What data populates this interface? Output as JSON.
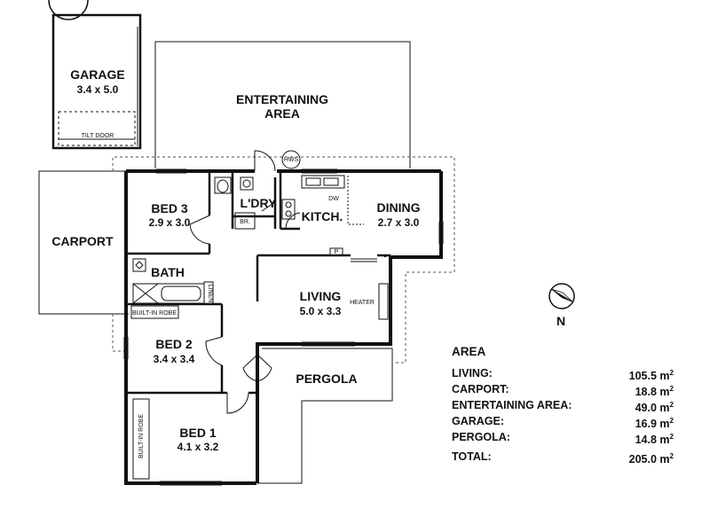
{
  "rooms": {
    "garage": {
      "name": "GARAGE",
      "dims": "3.4 x 5.0",
      "door": "TILT DOOR"
    },
    "entertaining": {
      "line1": "ENTERTAINING",
      "line2": "AREA"
    },
    "carport": {
      "name": "CARPORT"
    },
    "bed3": {
      "name": "BED 3",
      "dims": "2.9 x 3.0"
    },
    "laundry": {
      "name": "L'DRY"
    },
    "kitchen": {
      "name": "KITCH."
    },
    "dining": {
      "name": "DINING",
      "dims": "2.7 x 3.0"
    },
    "bath": {
      "name": "BATH"
    },
    "living": {
      "name": "LIVING",
      "dims": "5.0 x 3.3"
    },
    "bed2": {
      "name": "BED 2",
      "dims": "3.4 x 3.4"
    },
    "pergola": {
      "name": "PERGOLA"
    },
    "bed1": {
      "name": "BED 1",
      "dims": "4.1 x 3.2"
    }
  },
  "fixtures": {
    "hws": "HWS",
    "dw": "DW",
    "br": "BR.",
    "p": "P",
    "linen": "LINEN",
    "heater": "HEATER",
    "robe_upper": "BUILT-IN ROBE",
    "robe_lower": "BUILT-IN ROBE"
  },
  "compass": {
    "label": "N"
  },
  "area_table": {
    "title": "AREA",
    "unit": "m",
    "unit_exp": "2",
    "rows": [
      {
        "label": "LIVING:",
        "value": "105.5"
      },
      {
        "label": "CARPORT:",
        "value": "18.8"
      },
      {
        "label": "ENTERTAINING AREA:",
        "value": "49.0"
      },
      {
        "label": "GARAGE:",
        "value": "16.9"
      },
      {
        "label": "PERGOLA:",
        "value": "14.8"
      }
    ],
    "total": {
      "label": "TOTAL:",
      "value": "205.0"
    }
  }
}
